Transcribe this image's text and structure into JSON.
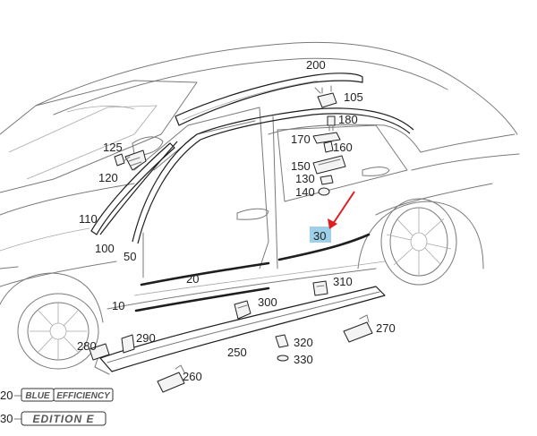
{
  "highlight_color": "#9fd0ea",
  "arrow_color": "#e02020",
  "callouts": {
    "c10": "10",
    "c20": "20",
    "c30": "30",
    "c50": "50",
    "c100": "100",
    "c105": "105",
    "c110": "110",
    "c120": "120",
    "c125": "125",
    "c130": "130",
    "c140": "140",
    "c150": "150",
    "c160": "160",
    "c170": "170",
    "c180": "180",
    "c200": "200",
    "c250": "250",
    "c260": "260",
    "c270": "270",
    "c280": "280",
    "c290": "290",
    "c300": "300",
    "c310": "310",
    "c320": "320",
    "c330": "330"
  },
  "badges": [
    {
      "num": "20",
      "word1": "BLUE",
      "word2": "EFFICIENCY"
    },
    {
      "num": "30",
      "word1": "EDITION E"
    }
  ],
  "icons": {
    "arrow": "red-arrow-icon",
    "badge1": "blue-efficiency-emblem-icon",
    "badge2": "edition-e-emblem-icon"
  }
}
